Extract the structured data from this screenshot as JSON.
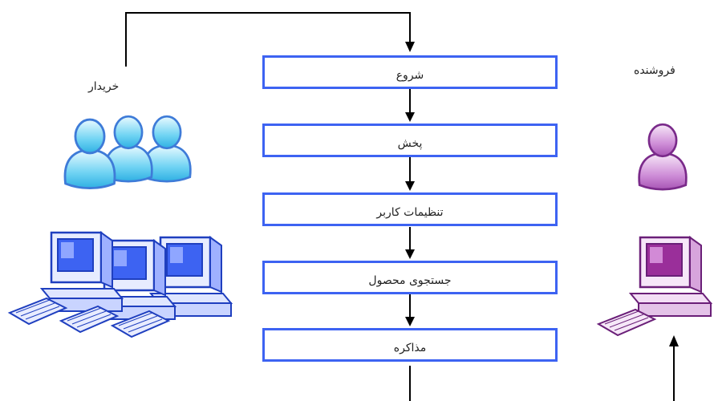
{
  "actors": {
    "buyer": {
      "label": "خریدار",
      "icon": "buyers-group-icon",
      "computer_icon": "buyer-computers-icon",
      "color": "#4cc8ee"
    },
    "seller": {
      "label": "فروشنده",
      "icon": "seller-person-icon",
      "computer_icon": "seller-computer-icon",
      "color": "#b35fc2"
    }
  },
  "steps": [
    {
      "label": "شروع"
    },
    {
      "label": "پخش"
    },
    {
      "label": "تنظیمات کاربر"
    },
    {
      "label": "جستجوی محصول"
    },
    {
      "label": "مذاکره"
    }
  ],
  "colors": {
    "box_border": "#3d63f2",
    "arrow": "#000000",
    "computer_blue": "#3d63f2",
    "computer_purple": "#9a2f9a"
  }
}
